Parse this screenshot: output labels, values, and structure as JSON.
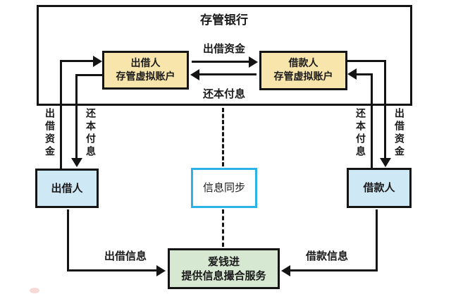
{
  "colors": {
    "line": "#141414",
    "account_fill": "#f8e5ab",
    "party_fill": "#cfe8f6",
    "platform_fill": "#d7e8d2",
    "sync_border": "#2bb3e8",
    "canvas_bg": "#ffffff"
  },
  "bank": {
    "title": "存管银行",
    "lender_account": {
      "line1": "出借人",
      "line2": "存管虚拟账户"
    },
    "borrower_account": {
      "line1": "借款人",
      "line2": "存管虚拟账户"
    },
    "lend_arrow_label": "出借资金",
    "repay_arrow_label": "还本付息"
  },
  "left_side": {
    "up_flow_label": "出借资金",
    "down_flow_label": "还本付息"
  },
  "right_side": {
    "up_flow_label": "还本付息",
    "down_flow_label": "出借资金"
  },
  "parties": {
    "lender": "出借人",
    "borrower": "借款人"
  },
  "sync": {
    "label": "信息同步"
  },
  "platform": {
    "line1": "爱钱进",
    "line2": "提供信息撮合服务"
  },
  "bottom": {
    "lend_info_label": "出借信息",
    "borrow_info_label": "借款信息"
  }
}
